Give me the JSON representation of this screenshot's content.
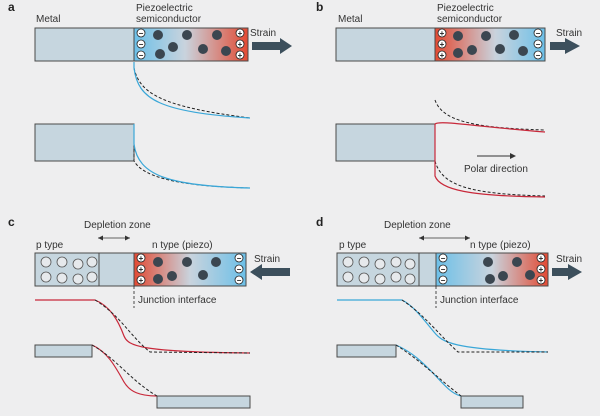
{
  "panels": {
    "a": {
      "letter": "a",
      "metal_label": "Metal",
      "semiconductor_label_line1": "Piezoelectric",
      "semiconductor_label_line2": "semiconductor",
      "strain_label": "Strain"
    },
    "b": {
      "letter": "b",
      "metal_label": "Metal",
      "semiconductor_label_line1": "Piezoelectric",
      "semiconductor_label_line2": "semiconductor",
      "strain_label": "Strain",
      "polar_direction_label": "Polar direction"
    },
    "c": {
      "letter": "c",
      "depletion_label": "Depletion zone",
      "p_type_label": "p type",
      "n_type_label": "n type (piezo)",
      "strain_label": "Strain",
      "junction_label": "Junction interface"
    },
    "d": {
      "letter": "d",
      "depletion_label": "Depletion zone",
      "p_type_label": "p type",
      "n_type_label": "n type (piezo)",
      "strain_label": "Strain",
      "junction_label": "Junction interface"
    }
  },
  "signs": {
    "plus": "+",
    "minus": "−"
  },
  "colors": {
    "background": "#eeeeef",
    "box_fill": "#c6d6df",
    "box_stroke": "#4a4a4a",
    "positive_red": "#e24a33",
    "negative_blue": "#6cc0e8",
    "band_red": "#c8283a",
    "band_blue": "#3aa7d8",
    "dashed": "#222222",
    "arrow": "#3c4f5c",
    "carrier_dark": "#3b4650",
    "hole_light": "#e6e9ec"
  }
}
